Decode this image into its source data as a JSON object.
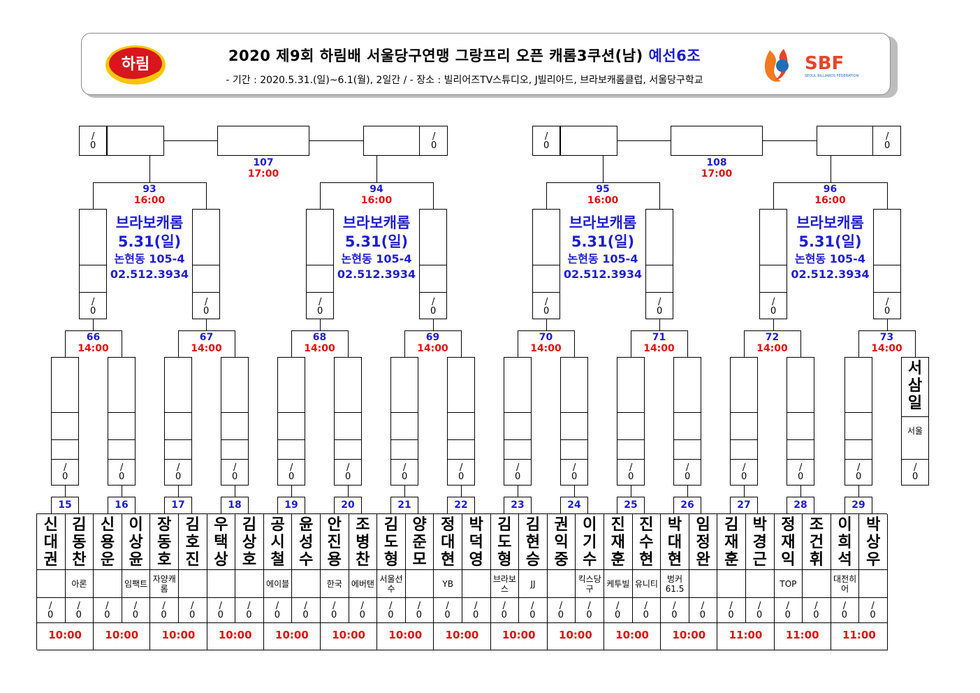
{
  "header": {
    "title": "2020 제9회 하림배 서울당구연맹 그랑프리 오픈 캐롬3쿠션(남)",
    "group": "예선6조",
    "subtitle": "- 기간 : 2020.5.31.(일)~6.1(월), 2일간 / - 장소 : 빌리어즈TV스튜디오, J빌리아드, 브라보캐롬클럽, 서울당구학교",
    "left_logo_text": "하림",
    "right_logo_text": "SBF",
    "right_logo_caption": "SEOUL BILLIARDS FEDERATION"
  },
  "colors": {
    "blue": "#1e1ecf",
    "red": "#e01010"
  },
  "score_placeholder": "/\n0",
  "finals": [
    {
      "num": "107",
      "time": "17:00"
    },
    {
      "num": "108",
      "time": "17:00"
    }
  ],
  "semis": [
    {
      "num": "93",
      "time": "16:00"
    },
    {
      "num": "94",
      "time": "16:00"
    },
    {
      "num": "95",
      "time": "16:00"
    },
    {
      "num": "96",
      "time": "16:00"
    }
  ],
  "venue": {
    "name": "브라보캐롬",
    "date": "5.31(일)",
    "address": "논현동 105-4",
    "phone": "02.512.3934"
  },
  "round2": [
    {
      "num": "66",
      "time": "14:00"
    },
    {
      "num": "67",
      "time": "14:00"
    },
    {
      "num": "68",
      "time": "14:00"
    },
    {
      "num": "69",
      "time": "14:00"
    },
    {
      "num": "70",
      "time": "14:00"
    },
    {
      "num": "71",
      "time": "14:00"
    },
    {
      "num": "72",
      "time": "14:00"
    },
    {
      "num": "73",
      "time": "14:00"
    }
  ],
  "seed": {
    "name": "서삼일",
    "club": "서울"
  },
  "round1": [
    {
      "num": "15",
      "time": "10:00",
      "players": [
        {
          "name": "신대권",
          "club": ""
        },
        {
          "name": "김동찬",
          "club": "아론"
        }
      ]
    },
    {
      "num": "16",
      "time": "10:00",
      "players": [
        {
          "name": "신용운",
          "club": ""
        },
        {
          "name": "이상윤",
          "club": "임팩트"
        }
      ]
    },
    {
      "num": "17",
      "time": "10:00",
      "players": [
        {
          "name": "장동호",
          "club": "자양캐롬"
        },
        {
          "name": "김호진",
          "club": ""
        }
      ]
    },
    {
      "num": "18",
      "time": "10:00",
      "players": [
        {
          "name": "우택상",
          "club": ""
        },
        {
          "name": "김상호",
          "club": ""
        }
      ]
    },
    {
      "num": "19",
      "time": "10:00",
      "players": [
        {
          "name": "공시철",
          "club": "에이블"
        },
        {
          "name": "윤성수",
          "club": ""
        }
      ]
    },
    {
      "num": "20",
      "time": "10:00",
      "players": [
        {
          "name": "안진용",
          "club": "한국"
        },
        {
          "name": "조병찬",
          "club": "에버탠"
        }
      ]
    },
    {
      "num": "21",
      "time": "10:00",
      "players": [
        {
          "name": "김도형",
          "club": "서울선수"
        },
        {
          "name": "양준모",
          "club": ""
        }
      ]
    },
    {
      "num": "22",
      "time": "10:00",
      "players": [
        {
          "name": "정대현",
          "club": "YB"
        },
        {
          "name": "박덕영",
          "club": ""
        }
      ]
    },
    {
      "num": "23",
      "time": "10:00",
      "players": [
        {
          "name": "김도형",
          "club": "브라보스"
        },
        {
          "name": "김현승",
          "club": "JJ"
        }
      ]
    },
    {
      "num": "24",
      "time": "10:00",
      "players": [
        {
          "name": "권익중",
          "club": ""
        },
        {
          "name": "이기수",
          "club": "킥스당구"
        }
      ]
    },
    {
      "num": "25",
      "time": "10:00",
      "players": [
        {
          "name": "진재훈",
          "club": "케투빌"
        },
        {
          "name": "진수현",
          "club": "유니티"
        }
      ]
    },
    {
      "num": "26",
      "time": "10:00",
      "players": [
        {
          "name": "박대현",
          "club": "벙커61.5"
        },
        {
          "name": "임정완",
          "club": ""
        }
      ]
    },
    {
      "num": "27",
      "time": "11:00",
      "players": [
        {
          "name": "김재훈",
          "club": ""
        },
        {
          "name": "박경근",
          "club": ""
        }
      ]
    },
    {
      "num": "28",
      "time": "11:00",
      "players": [
        {
          "name": "정재익",
          "club": "TOP"
        },
        {
          "name": "조건휘",
          "club": ""
        }
      ]
    },
    {
      "num": "29",
      "time": "11:00",
      "players": [
        {
          "name": "이희석",
          "club": "대전히어"
        },
        {
          "name": "박상우",
          "club": ""
        }
      ]
    }
  ]
}
